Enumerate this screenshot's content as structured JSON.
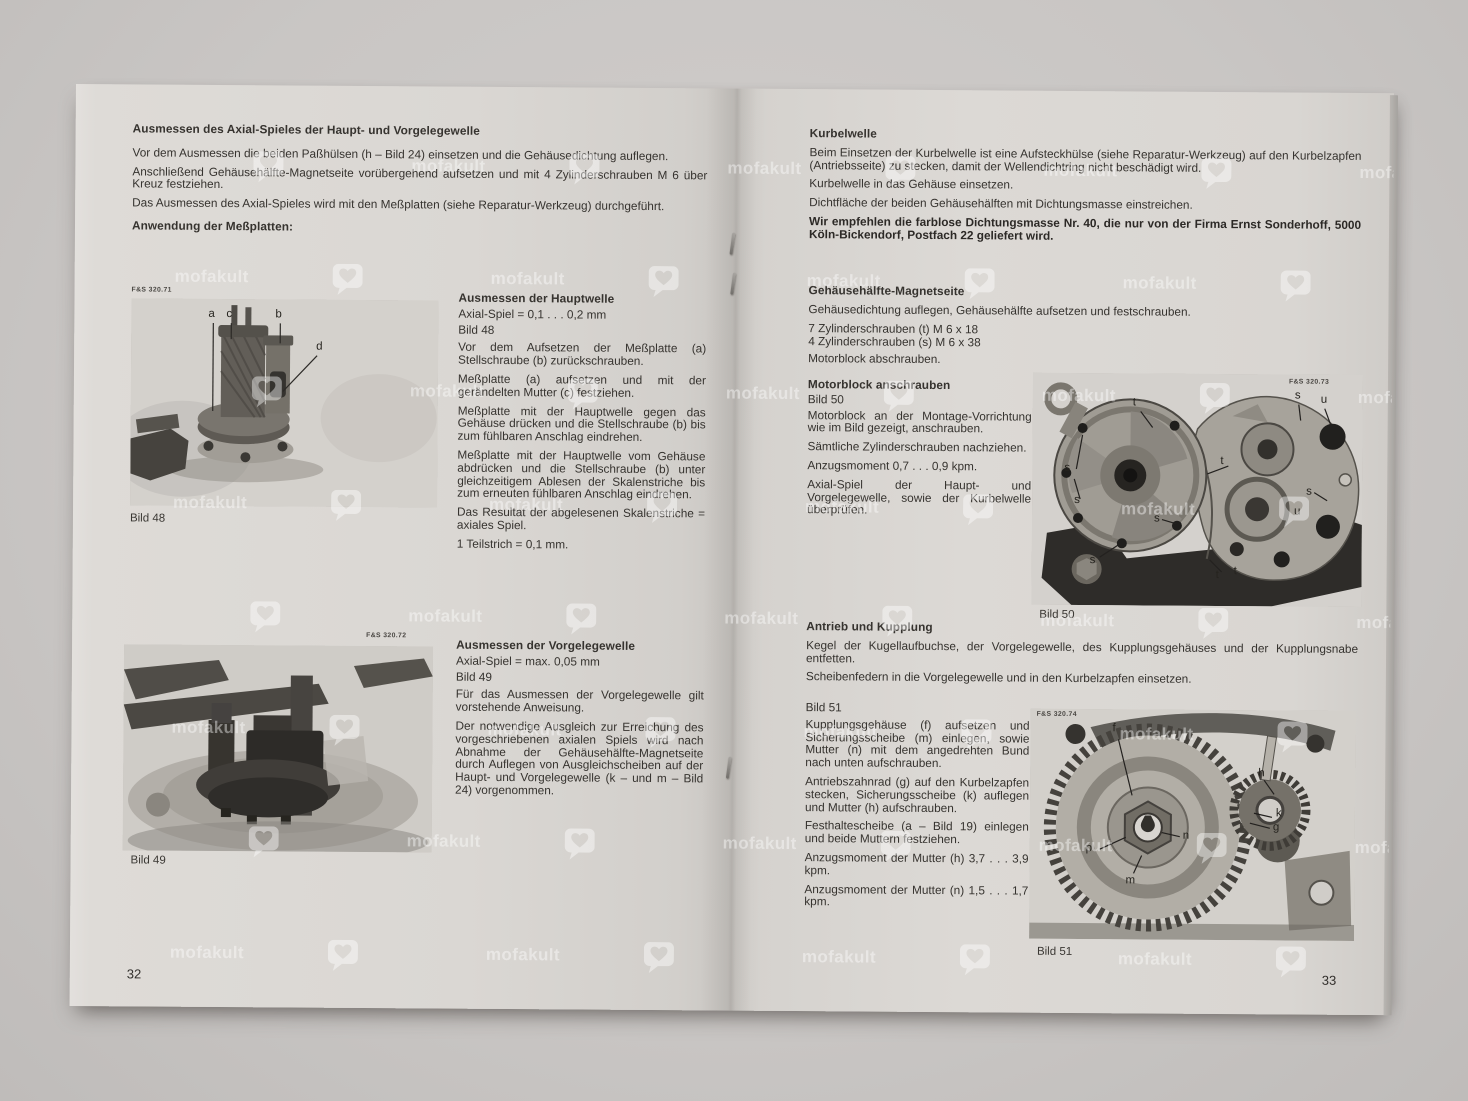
{
  "watermark": {
    "text": "mofakult"
  },
  "left_page": {
    "page_number": "32",
    "title": "Ausmessen des Axial-Spieles der Haupt- und Vorgelegewelle",
    "intro_1": "Vor dem Ausmessen die beiden Paßhülsen (h – Bild 24) einsetzen und die Gehäusedichtung auflegen.",
    "intro_2": "Anschließend Gehäusehälfte-Magnetseite vorübergehend aufsetzen und mit 4 Zylinderschrauben M 6 über Kreuz festziehen.",
    "intro_3": "Das Ausmessen des Axial-Spieles wird mit den Meßplatten (siehe Reparatur-Werkzeug) durchgeführt.",
    "subtitle": "Anwendung der Meßplatten:",
    "figure48": {
      "photo_ref": "F&S 320.71",
      "caption": "Bild 48",
      "labels": {
        "a": "a",
        "b": "b",
        "c": "c",
        "d": "d"
      }
    },
    "hauptwelle": {
      "heading": "Ausmessen der Hauptwelle",
      "spec": "Axial-Spiel = 0,1 . . . 0,2 mm",
      "figure_ref": "Bild 48",
      "para_1": "Vor dem Aufsetzen der Meßplatte (a) Stellschraube (b) zurückschrauben.",
      "para_2": "Meßplatte (a) aufsetzen und mit der gerändelten Mutter (c) festziehen.",
      "para_3": "Meßplatte mit der Hauptwelle gegen das Gehäuse drücken und die Stellschraube (b) bis zum fühlbaren Anschlag eindrehen.",
      "para_4": "Meßplatte mit der Hauptwelle vom Gehäuse abdrücken und die Stellschraube (b) unter gleichzeitigem Ablesen der Skalenstriche bis zum erneuten fühlbaren Anschlag eindrehen.",
      "para_5": "Das Resultat der abgelesenen Skalenstriche = axiales Spiel.",
      "para_6": "1 Teilstrich = 0,1 mm."
    },
    "figure49": {
      "photo_ref": "F&S 320.72",
      "caption": "Bild 49"
    },
    "vorgelegewelle": {
      "heading": "Ausmessen der Vorgelegewelle",
      "spec": "Axial-Spiel = max. 0,05 mm",
      "figure_ref": "Bild 49",
      "para_1": "Für das Ausmessen der Vorgelegewelle gilt vorstehende Anweisung.",
      "para_2": "Der notwendige Ausgleich zur Erreichung des vorgeschriebenen axialen Spiels wird nach Abnahme der Gehäusehälfte-Magnetseite durch Auflegen von Ausgleichscheiben auf der Haupt- und Vorgelegewelle (k – und m – Bild 24) vorgenommen."
    }
  },
  "right_page": {
    "page_number": "33",
    "kurbelwelle": {
      "heading": "Kurbelwelle",
      "para_1": "Beim Einsetzen der Kurbelwelle ist eine Aufsteckhülse (siehe Reparatur-Werkzeug) auf den Kurbelzapfen (Antriebsseite) zu stecken, damit der Wellendichtring nicht beschädigt wird.",
      "para_2": "Kurbelwelle in das Gehäuse einsetzen.",
      "para_3": "Dichtfläche der beiden Gehäusehälften mit Dichtungsmasse einstreichen.",
      "note": "Wir empfehlen die farblose Dichtungsmasse Nr. 40, die nur von der Firma Ernst Sonderhoff, 5000 Köln-Bickendorf, Postfach 22 geliefert wird."
    },
    "gehaeusehaelfte": {
      "heading": "Gehäusehälfte-Magnetseite",
      "para_1": "Gehäusedichtung auflegen, Gehäusehälfte aufsetzen und festschrauben.",
      "line_1": "7 Zylinderschrauben (t) M 6 x 18",
      "line_2": "4 Zylinderschrauben (s) M 6 x 38",
      "line_3": "Motorblock abschrauben."
    },
    "motorblock": {
      "heading": "Motorblock anschrauben",
      "figure_ref": "Bild 50",
      "para_1": "Motorblock an der Montage-Vorrichtung wie im Bild gezeigt, anschrauben.",
      "para_2": "Sämtliche Zylinderschrauben nachziehen.",
      "para_3": "Anzugsmoment 0,7 . . . 0,9 kpm.",
      "para_4": "Axial-Spiel der Haupt- und Vorgelegewelle, sowie der Kurbelwelle überprüfen."
    },
    "figure50": {
      "photo_ref": "F&S 320.73",
      "caption": "Bild 50",
      "labels": {
        "s": "s",
        "t": "t",
        "u": "u"
      }
    },
    "antrieb": {
      "heading": "Antrieb und Kupplung",
      "para_1": "Kegel der Kugellaufbuchse, der Vorgelegewelle, des Kupplungsgehäuses und der Kupplungsnabe entfetten.",
      "para_2": "Scheibenfedern in die Vorgelegewelle und in den Kurbelzapfen einsetzen."
    },
    "kupplung": {
      "figure_ref": "Bild 51",
      "para_1": "Kupplungsgehäuse (f) aufsetzen und Sicherungsscheibe (m) einlegen, sowie Mutter (n) mit dem angedrehten Bund nach unten aufschrauben.",
      "para_2": "Antriebszahnrad (g) auf den Kurbelzapfen stecken, Sicherungsscheibe (k) auflegen und Mutter (h) aufschrauben.",
      "para_3": "Festhaltescheibe (a – Bild 19) einlegen und beide Muttern festziehen.",
      "para_4": "Anzugsmoment der Mutter (h) 3,7 . . . 3,9 kpm.",
      "para_5": "Anzugsmoment der Mutter (n) 1,5 . . . 1,7 kpm."
    },
    "figure51": {
      "photo_ref": "F&S 320.74",
      "caption": "Bild 51",
      "labels": {
        "f": "f",
        "g": "g",
        "h": "h",
        "k": "k",
        "m": "m",
        "n": "n",
        "p": "p"
      }
    }
  }
}
